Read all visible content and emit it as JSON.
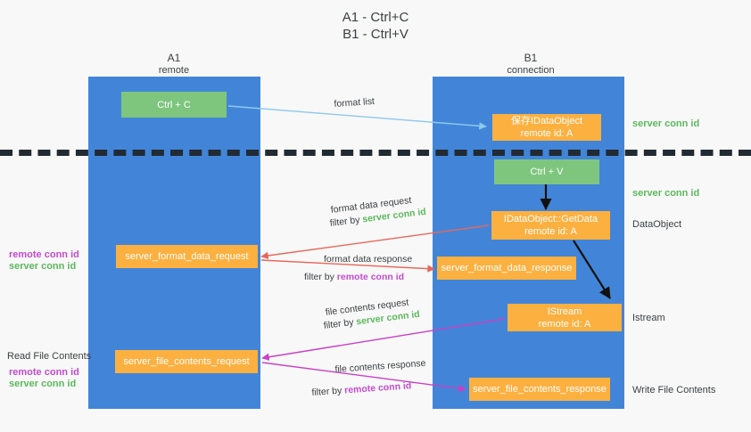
{
  "title": "A1 - Ctrl+C\nB1 - Ctrl+V",
  "columns": {
    "left": {
      "name": "A1",
      "sub": "remote"
    },
    "right": {
      "name": "B1",
      "sub": "connection"
    }
  },
  "boxes": {
    "ctrl_c": {
      "label": "Ctrl + C"
    },
    "ctrl_v": {
      "label": "Ctrl + V"
    },
    "save_idataobject": {
      "line1": "保存IDataObject",
      "line2": "remote id: A"
    },
    "getdata": {
      "line1": "IDataObject::GetData",
      "line2": "remote id: A"
    },
    "istream": {
      "line1": "IStream",
      "line2": "remote id: A"
    },
    "server_format_data_request": {
      "label": "server_format_data_request"
    },
    "server_format_data_response": {
      "label": "server_format_data_response"
    },
    "server_file_contents_request": {
      "label": "server_file_contents_request"
    },
    "server_file_contents_response": {
      "label": "server_file_contents_response"
    }
  },
  "arrow_labels": {
    "format_list": "format list",
    "format_data_request": "format data request",
    "format_data_request_filter_prefix": "filter by ",
    "format_data_request_filter_value": "server conn id",
    "format_data_response": "format data response",
    "format_data_response_filter_prefix": "filter by ",
    "format_data_response_filter_value": "remote conn id",
    "file_contents_request": "file contents request",
    "file_contents_request_filter_prefix": "filter by ",
    "file_contents_request_filter_value": "server conn id",
    "file_contents_response": "file contents response",
    "file_contents_response_filter_prefix": "filter by ",
    "file_contents_response_filter_value": "remote conn id"
  },
  "right_labels": {
    "server_conn_id_top": "server conn id",
    "server_conn_id_second": "server conn id",
    "dataobject": "DataObject",
    "istream": "Istream",
    "write_file_contents": "Write File Contents"
  },
  "left_labels": {
    "remote_conn_id_1": "remote conn id",
    "server_conn_id_1": "server conn id",
    "read_file_contents": "Read File Contents",
    "remote_conn_id_2": "remote conn id",
    "server_conn_id_2": "server conn id"
  },
  "colors": {
    "lane": "#4285d8",
    "green_box": "#7ec67e",
    "orange_box": "#fcb040",
    "accent_green": "#5cb85c",
    "accent_purple": "#c44ad0",
    "arrow_red": "#e8675a",
    "arrow_magenta": "#cc3fc4",
    "arrow_lightblue": "#8ec9ee",
    "arrow_black": "#111111",
    "background": "#f8f8f8"
  }
}
